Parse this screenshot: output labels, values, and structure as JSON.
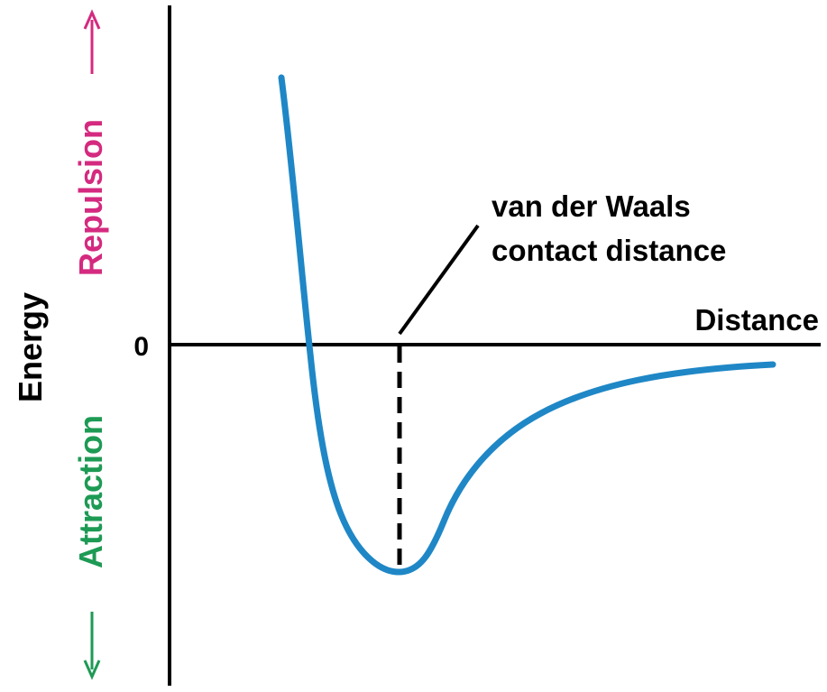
{
  "diagram": {
    "y_axis_label": "Energy",
    "repulsion_label": "Repulsion",
    "attraction_label": "Attraction",
    "zero_label": "0",
    "x_axis_label": "Distance",
    "annotation_line1": "van der Waals",
    "annotation_line2": "contact distance",
    "colors": {
      "curve": "#1f87c6",
      "repulsion": "#d42a7f",
      "attraction": "#1d9a54",
      "axes": "#000000"
    }
  }
}
